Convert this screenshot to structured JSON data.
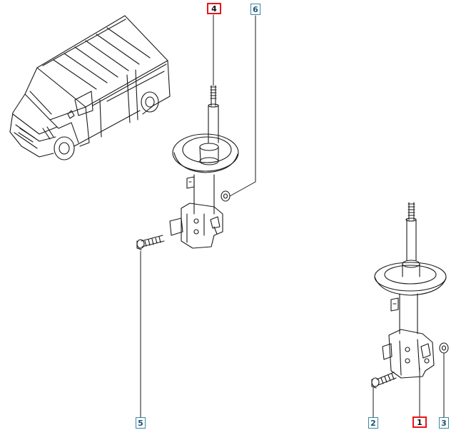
{
  "callouts": {
    "c4": "4",
    "c6": "6",
    "c5": "5",
    "c2": "2",
    "c1": "1",
    "c3": "3"
  },
  "highlighted_parts": [
    "4",
    "1"
  ],
  "colors": {
    "line": "#1a1a1a",
    "leader": "#1a1a1a",
    "callout_border": "#3a8a9a",
    "callout_text": "#1d4f7a",
    "highlight_border": "#e8141a"
  },
  "icons": [
    "van-illustration",
    "strut-assembly-4",
    "strut-assembly-1",
    "bolt",
    "washer"
  ]
}
